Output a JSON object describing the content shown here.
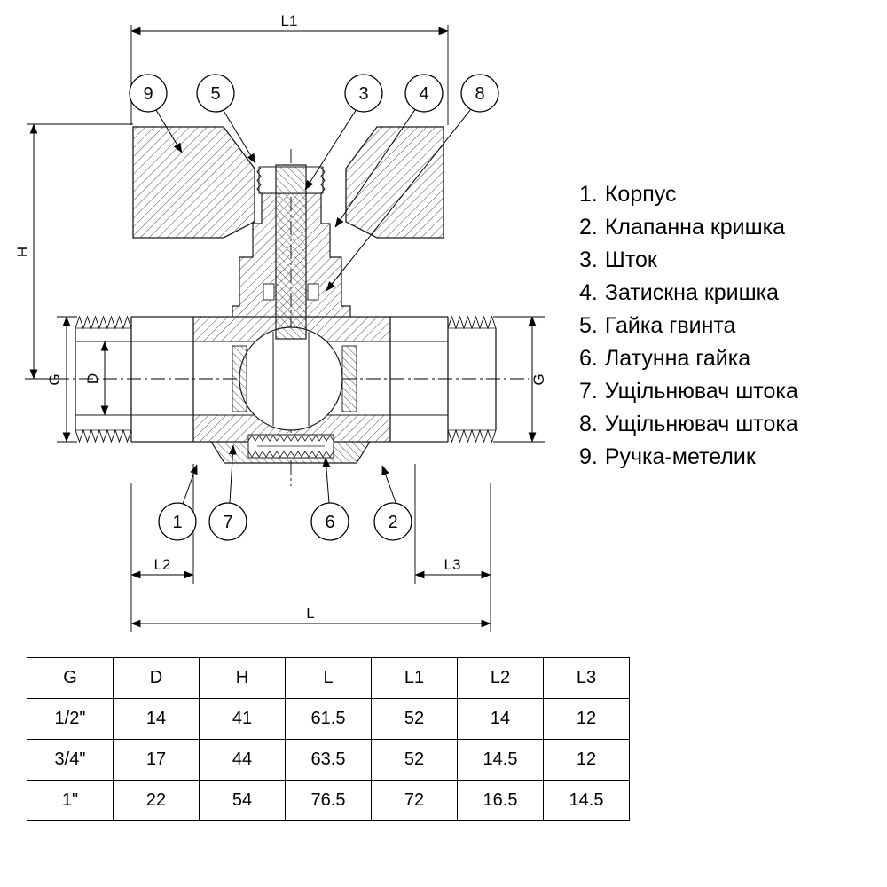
{
  "drawing": {
    "dims": {
      "l1": "L1",
      "h": "H",
      "g_left": "G",
      "d": "D",
      "g_right": "G",
      "l2": "L2",
      "l3": "L3",
      "l": "L"
    },
    "callouts": [
      "9",
      "5",
      "3",
      "4",
      "8",
      "1",
      "7",
      "6",
      "2"
    ]
  },
  "parts_list": {
    "items": [
      {
        "num": "1.",
        "label": "Корпус"
      },
      {
        "num": "2.",
        "label": "Клапанна кришка"
      },
      {
        "num": "3.",
        "label": "Шток"
      },
      {
        "num": "4.",
        "label": "Затискна кришка"
      },
      {
        "num": "5.",
        "label": "Гайка гвинта"
      },
      {
        "num": "6.",
        "label": "Латунна гайка"
      },
      {
        "num": "7.",
        "label": "Ущільнювач штока"
      },
      {
        "num": "8.",
        "label": "Ущільнювач штока"
      },
      {
        "num": "9.",
        "label": "Ручка-метелик"
      }
    ]
  },
  "table": {
    "headers": [
      "G",
      "D",
      "H",
      "L",
      "L1",
      "L2",
      "L3"
    ],
    "rows": [
      [
        "1/2\"",
        "14",
        "41",
        "61.5",
        "52",
        "14",
        "12"
      ],
      [
        "3/4\"",
        "17",
        "44",
        "63.5",
        "52",
        "14.5",
        "12"
      ],
      [
        "1\"",
        "22",
        "54",
        "76.5",
        "72",
        "16.5",
        "14.5"
      ]
    ]
  }
}
